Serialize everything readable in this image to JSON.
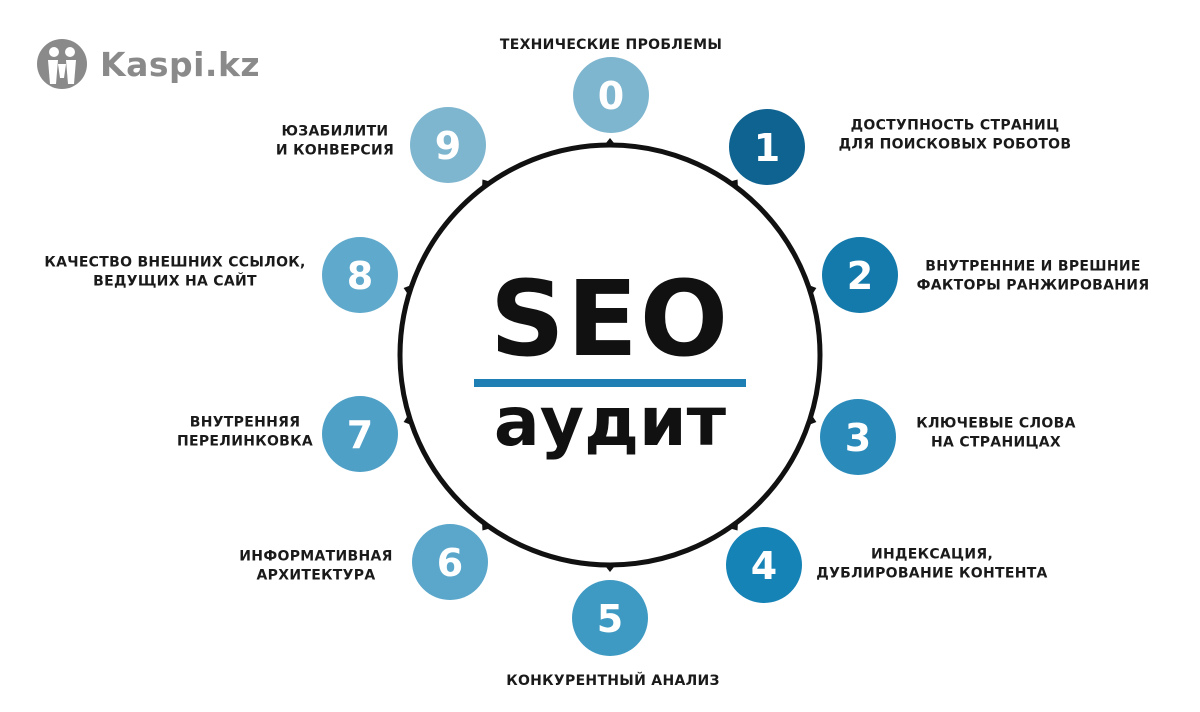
{
  "brand": {
    "name": "Kaspi.kz"
  },
  "center": {
    "title": "SEO",
    "subtitle": "аудит"
  },
  "colors": {
    "light": "#7fb6cf",
    "mid": "#3f9ac3",
    "dark": "#0f6391",
    "accent_line": "#1e7fb4"
  },
  "nodes": [
    {
      "number": "0",
      "label_lines": [
        "ТЕХНИЧЕСКИЕ ПРОБЛЕМЫ"
      ],
      "color": "#7fb6cf"
    },
    {
      "number": "1",
      "label_lines": [
        "ДОСТУПНОСТЬ СТРАНИЦ",
        "ДЛЯ ПОИСКОВЫХ РОБОТОВ"
      ],
      "color": "#0f6391"
    },
    {
      "number": "2",
      "label_lines": [
        "ВНУТРЕННИЕ И ВРЕШНИЕ",
        "ФАКТОРЫ РАНЖИРОВАНИЯ"
      ],
      "color": "#137aab"
    },
    {
      "number": "3",
      "label_lines": [
        "КЛЮЧЕВЫЕ СЛОВА",
        "НА СТРАНИЦАХ"
      ],
      "color": "#2a8bbb"
    },
    {
      "number": "4",
      "label_lines": [
        "ИНДЕКСАЦИЯ,",
        "ДУБЛИРОВАНИЕ КОНТЕНТА"
      ],
      "color": "#1683b6"
    },
    {
      "number": "5",
      "label_lines": [
        "КОНКУРЕНТНЫЙ АНАЛИЗ"
      ],
      "color": "#3f9ac3"
    },
    {
      "number": "6",
      "label_lines": [
        "ИНФОРМАТИВНАЯ",
        "АРХИТЕКТУРА"
      ],
      "color": "#5aa7cb"
    },
    {
      "number": "7",
      "label_lines": [
        "ВНУТРЕННЯЯ",
        "ПЕРЕЛИНКОВКА"
      ],
      "color": "#4ea0c7"
    },
    {
      "number": "8",
      "label_lines": [
        "КАЧЕСТВО ВНЕШНИХ ССЫЛОК,",
        "ВЕДУЩИХ НА САЙТ"
      ],
      "color": "#5fa9cc"
    },
    {
      "number": "9",
      "label_lines": [
        "ЮЗАБИЛИТИ",
        "И КОНВЕРСИЯ"
      ],
      "color": "#7fb6cf"
    }
  ]
}
